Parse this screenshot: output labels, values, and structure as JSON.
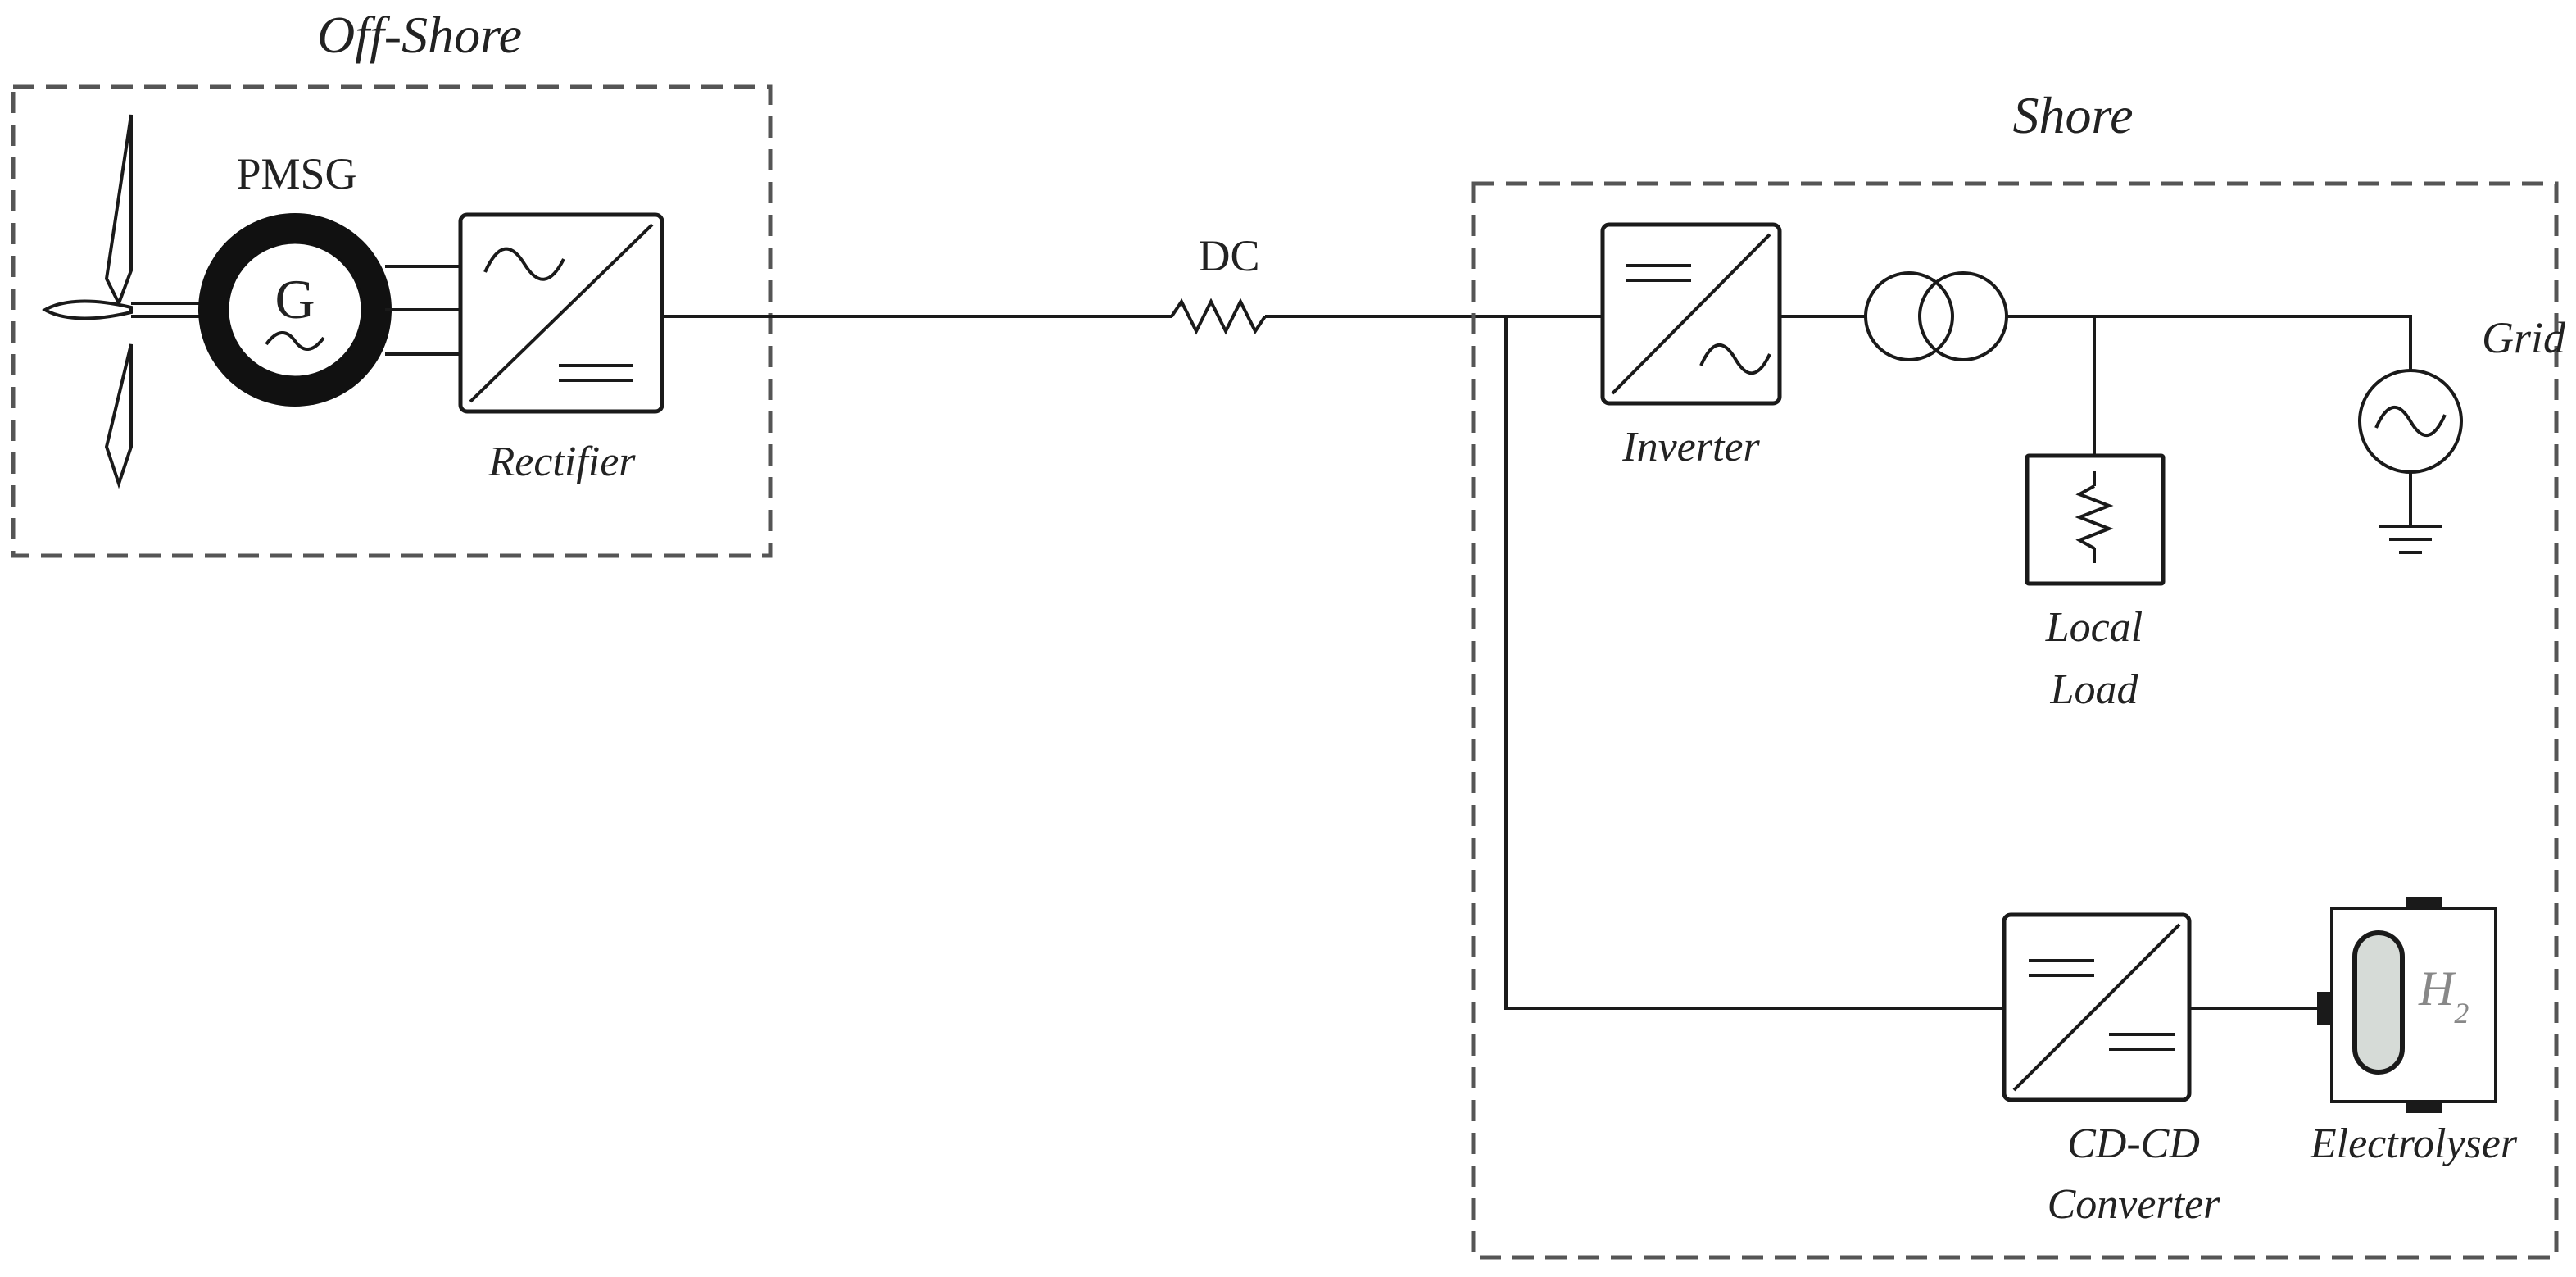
{
  "regions": {
    "offshore": "Off-Shore",
    "shore": "Shore"
  },
  "labels": {
    "pmsg": "PMSG",
    "generator_letter": "G",
    "rectifier": "Rectifier",
    "dc_link": "DC",
    "inverter": "Inverter",
    "grid": "Grid",
    "local_load_line1": "Local",
    "local_load_line2": "Load",
    "converter_line1": "CD-CD",
    "converter_line2": "Converter",
    "electrolyser": "Electrolyser",
    "h2_letter": "H",
    "h2_subscript": "2"
  },
  "colors": {
    "line": "#1a1a1a",
    "dashed_border": "#555555",
    "h2_text": "#888888",
    "tank_fill": "#d6dbd7"
  },
  "icons": [
    "wind-turbine-icon",
    "generator-icon",
    "ac-dc-converter-icon",
    "resistor-icon",
    "dc-ac-converter-icon",
    "transformer-icon",
    "ac-source-icon",
    "ground-icon",
    "dc-dc-converter-icon",
    "electrolyser-icon"
  ]
}
